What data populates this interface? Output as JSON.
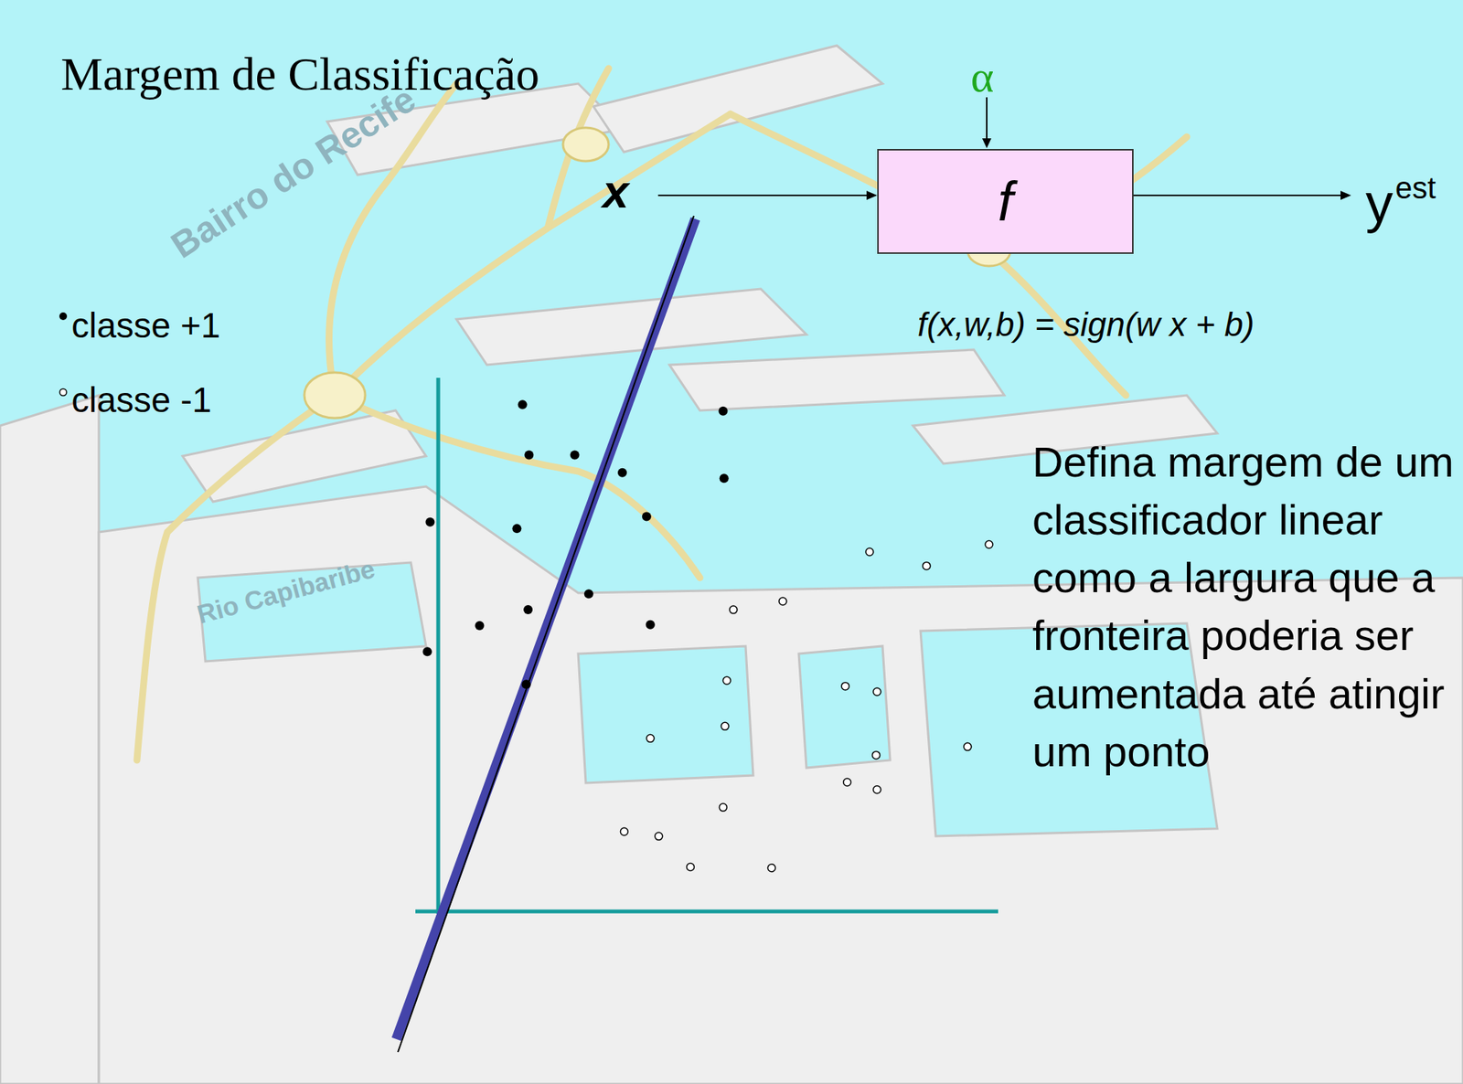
{
  "diagram": {
    "title": "Margem de Classificação",
    "nodes": [
      {
        "text": [
          "f"
        ]
      }
    ],
    "labels": [
      "α",
      "x",
      "y",
      "est",
      "f(x,w,b) = sign(w x + b)",
      "Defina margem de um classificador linear como a largura que a fronteira poderia ser aumentada até atingir um ponto",
      "Bairro do Recife",
      "Rio Capibaribe"
    ],
    "legend": [
      {
        "text": "classe +1"
      },
      {
        "text": "classe -1"
      }
    ]
  }
}
